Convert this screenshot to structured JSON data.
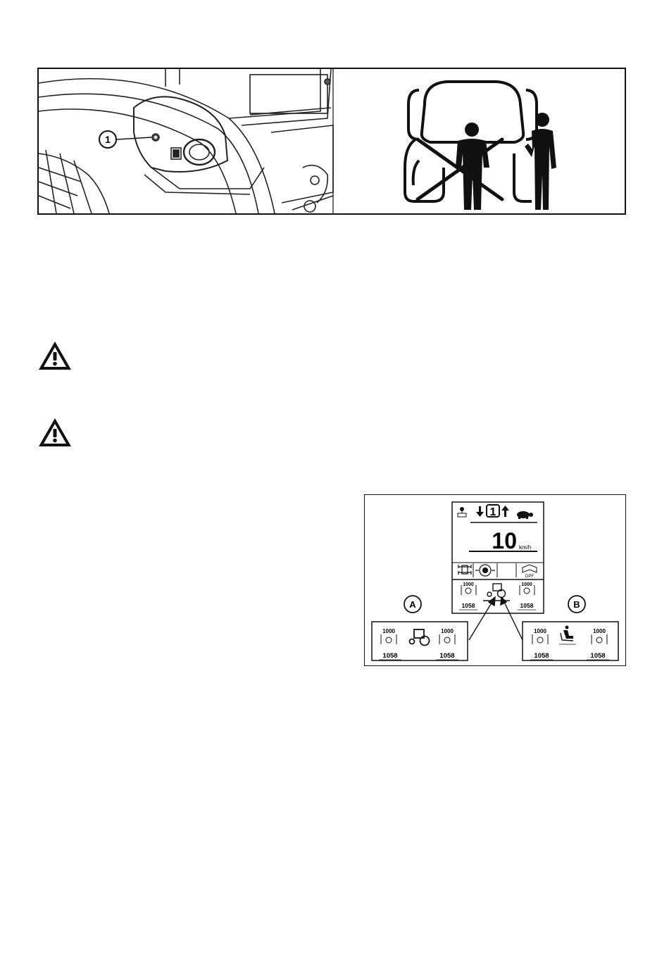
{
  "top_figure": {
    "callout": "1"
  },
  "dashboard_figure": {
    "display": {
      "gear": "1",
      "speed": "10",
      "speed_unit": "km/h",
      "dpf_label": "DPF",
      "pto_left_setpoint": "1000",
      "pto_left_value": "1058",
      "pto_right_setpoint": "1000",
      "pto_right_value": "1058"
    },
    "panel_a": {
      "label": "A",
      "left_setpoint": "1000",
      "left_value": "1058",
      "right_setpoint": "1000",
      "right_value": "1058"
    },
    "panel_b": {
      "label": "B",
      "left_setpoint": "1000",
      "left_value": "1058",
      "right_setpoint": "1000",
      "right_value": "1058"
    }
  },
  "icons": {
    "warning_1": "warning-triangle-icon",
    "warning_2": "warning-triangle-icon"
  }
}
